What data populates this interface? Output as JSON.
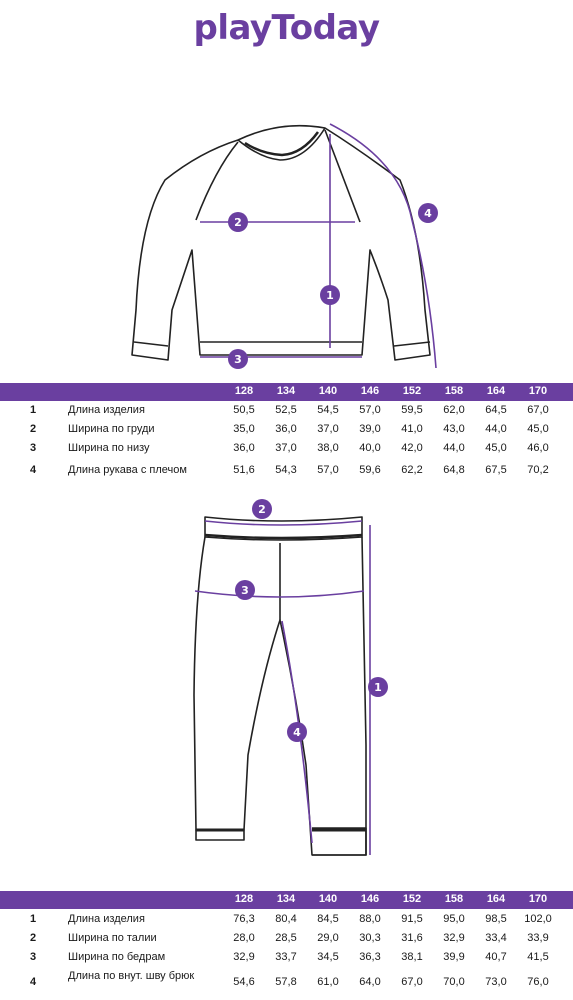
{
  "brand": {
    "logo_text": "playToday",
    "color": "#6a3fa0"
  },
  "sizes": [
    "128",
    "134",
    "140",
    "146",
    "152",
    "158",
    "164",
    "170"
  ],
  "top_table": {
    "rows": [
      {
        "num": "1",
        "label": "Длина изделия",
        "values": [
          "50,5",
          "52,5",
          "54,5",
          "57,0",
          "59,5",
          "62,0",
          "64,5",
          "67,0"
        ]
      },
      {
        "num": "2",
        "label": "Ширина по груди",
        "values": [
          "35,0",
          "36,0",
          "37,0",
          "39,0",
          "41,0",
          "43,0",
          "44,0",
          "45,0"
        ]
      },
      {
        "num": "3",
        "label": "Ширина по низу",
        "values": [
          "36,0",
          "37,0",
          "38,0",
          "40,0",
          "42,0",
          "44,0",
          "45,0",
          "46,0"
        ]
      },
      {
        "num": "4",
        "label": "Длина рукава с плечом",
        "values": [
          "51,6",
          "54,3",
          "57,0",
          "59,6",
          "62,2",
          "64,8",
          "67,5",
          "70,2"
        ]
      }
    ]
  },
  "bottom_table": {
    "rows": [
      {
        "num": "1",
        "label": "Длина изделия",
        "values": [
          "76,3",
          "80,4",
          "84,5",
          "88,0",
          "91,5",
          "95,0",
          "98,5",
          "102,0"
        ]
      },
      {
        "num": "2",
        "label": "Ширина по талии",
        "values": [
          "28,0",
          "28,5",
          "29,0",
          "30,3",
          "31,6",
          "32,9",
          "33,4",
          "33,9"
        ]
      },
      {
        "num": "3",
        "label": "Ширина по бедрам",
        "values": [
          "32,9",
          "33,7",
          "34,5",
          "36,3",
          "38,1",
          "39,9",
          "40,7",
          "41,5"
        ]
      },
      {
        "num": "4",
        "label": "Длина по внут. шву брюк",
        "values": [
          "54,6",
          "57,8",
          "61,0",
          "64,0",
          "67,0",
          "70,0",
          "73,0",
          "76,0"
        ]
      }
    ]
  },
  "top_callouts": [
    "1",
    "2",
    "3",
    "4"
  ],
  "bottom_callouts": [
    "1",
    "2",
    "3",
    "4"
  ]
}
